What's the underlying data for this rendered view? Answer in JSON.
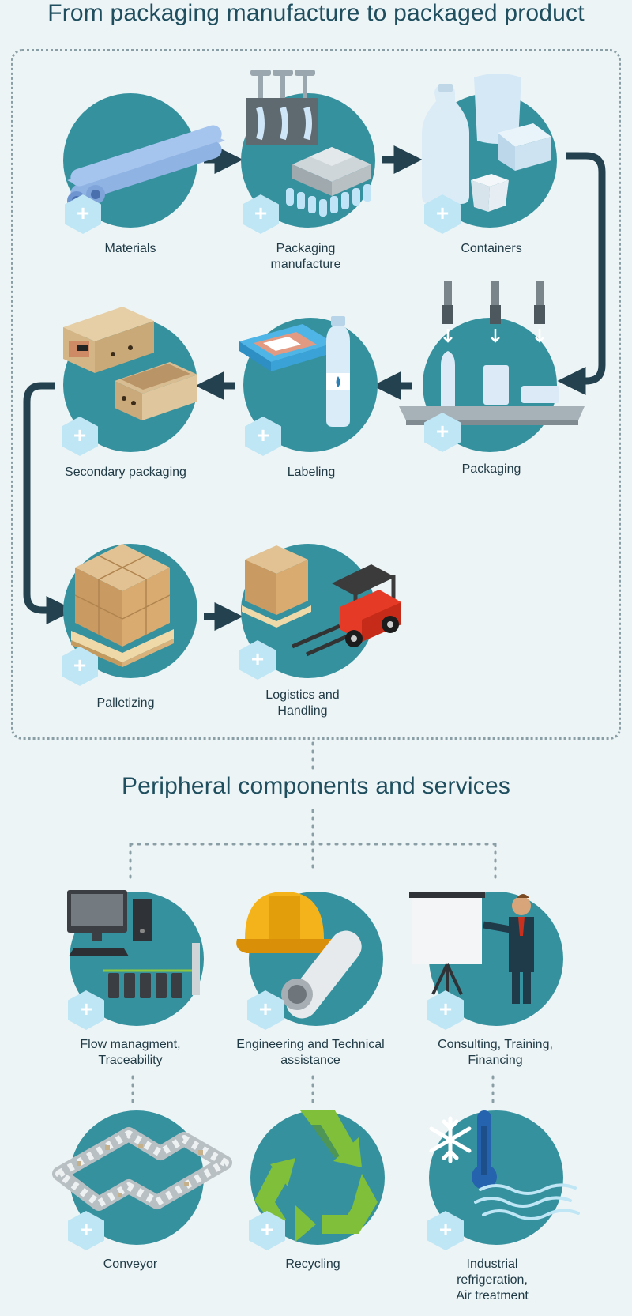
{
  "titles": {
    "main": "From packaging manufacture to packaged product",
    "peripheral": "Peripheral components and services"
  },
  "process_steps": [
    {
      "label": "Materials",
      "icon": "pipes-icon"
    },
    {
      "label": "Packaging\nmanufacture",
      "icon": "molding-machine-icon"
    },
    {
      "label": "Containers",
      "icon": "containers-icon"
    },
    {
      "label": "Packaging",
      "icon": "filling-machine-icon"
    },
    {
      "label": "Labeling",
      "icon": "labeled-products-icon"
    },
    {
      "label": "Secondary packaging",
      "icon": "cardboard-boxes-icon"
    },
    {
      "label": "Palletizing",
      "icon": "pallet-icon"
    },
    {
      "label": "Logistics and\nHandling",
      "icon": "forklift-icon"
    }
  ],
  "services": [
    {
      "label": "Flow managment,\nTraceability",
      "icon": "computer-icon"
    },
    {
      "label": "Engineering and Technical\nassistance",
      "icon": "hardhat-icon"
    },
    {
      "label": "Consulting, Training,\nFinancing",
      "icon": "presentation-icon"
    },
    {
      "label": "Conveyor",
      "icon": "conveyor-icon"
    },
    {
      "label": "Recycling",
      "icon": "recycling-icon"
    },
    {
      "label": "Industrial\nrefrigeration,\nAir treatment",
      "icon": "refrigeration-icon"
    }
  ],
  "expand_symbol": "+",
  "colors": {
    "background": "#edf4f6",
    "circle": "#36919e",
    "arrow": "#23414e",
    "hex_button": "#bfe6f5",
    "title": "#1f4e5e"
  }
}
